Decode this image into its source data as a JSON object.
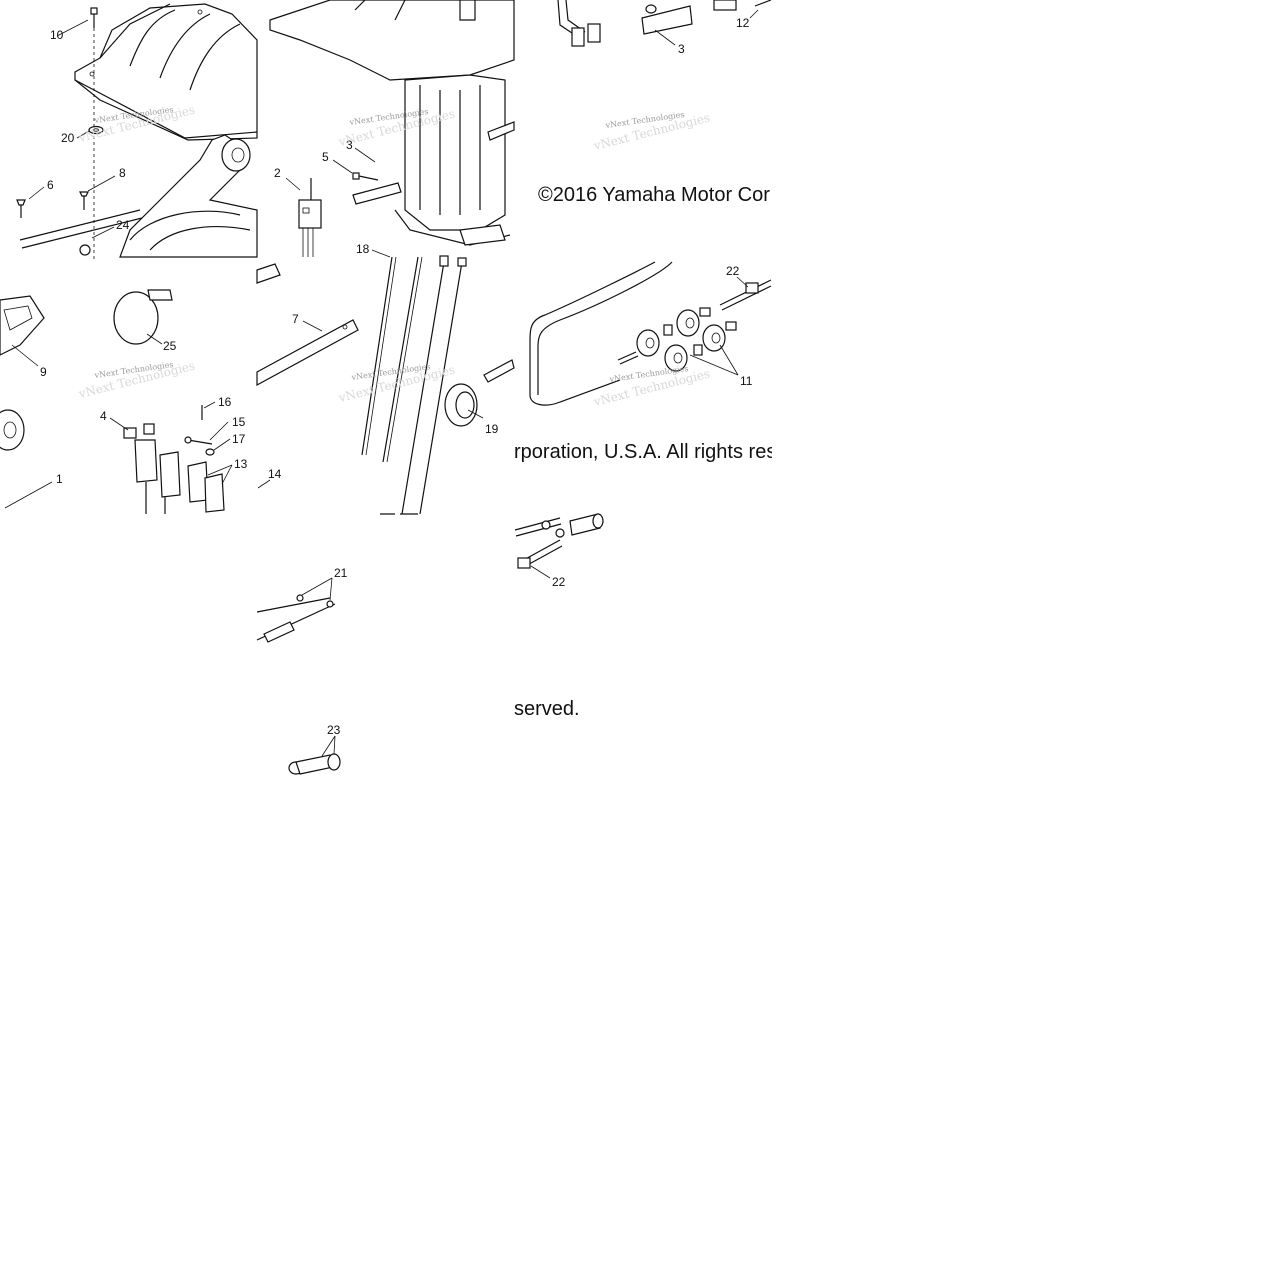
{
  "copyright": {
    "part1": "©2016 Yamaha Motor Cor",
    "part2": "rporation, U.S.A. All rights res",
    "part3": "served."
  },
  "watermark": "vNext Technologies",
  "callouts": {
    "c10": "10",
    "c20": "20",
    "c6": "6",
    "c8": "8",
    "c24": "24",
    "c2": "2",
    "c5": "5",
    "c3a": "3",
    "c18": "18",
    "c3b": "3",
    "c12": "12",
    "c22a": "22",
    "c11": "11",
    "c25": "25",
    "c9": "9",
    "c7": "7",
    "c4": "4",
    "c16": "16",
    "c15": "15",
    "c17": "17",
    "c13": "13",
    "c14": "14",
    "c1": "1",
    "c19": "19",
    "c21": "21",
    "c22b": "22",
    "c23": "23"
  }
}
